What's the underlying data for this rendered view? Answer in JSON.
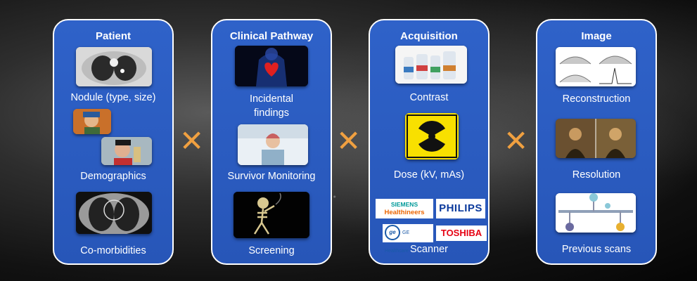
{
  "panels": [
    {
      "title": "Patient",
      "items": [
        "Nodule (type, size)",
        "Demographics",
        "Co-morbidities"
      ]
    },
    {
      "title": "Clinical Pathway",
      "items": [
        "Incidental\nfindings",
        "Survivor Monitoring",
        "Screening"
      ]
    },
    {
      "title": "Acquisition",
      "items": [
        "Contrast",
        "Dose  (kV, mAs)",
        "Scanner"
      ],
      "logos": {
        "siemens_top": "SIEMENS",
        "siemens_bottom": "Healthineers",
        "philips": "PHILIPS",
        "ge": "GE Healthcare",
        "toshiba": "TOSHIBA"
      }
    },
    {
      "title": "Image",
      "items": [
        "Reconstruction",
        "Resolution",
        "Previous scans"
      ]
    }
  ],
  "operator": "✕",
  "colors": {
    "panel": "#2f62c9",
    "operator": "#f0a040",
    "border": "#ffffff"
  }
}
